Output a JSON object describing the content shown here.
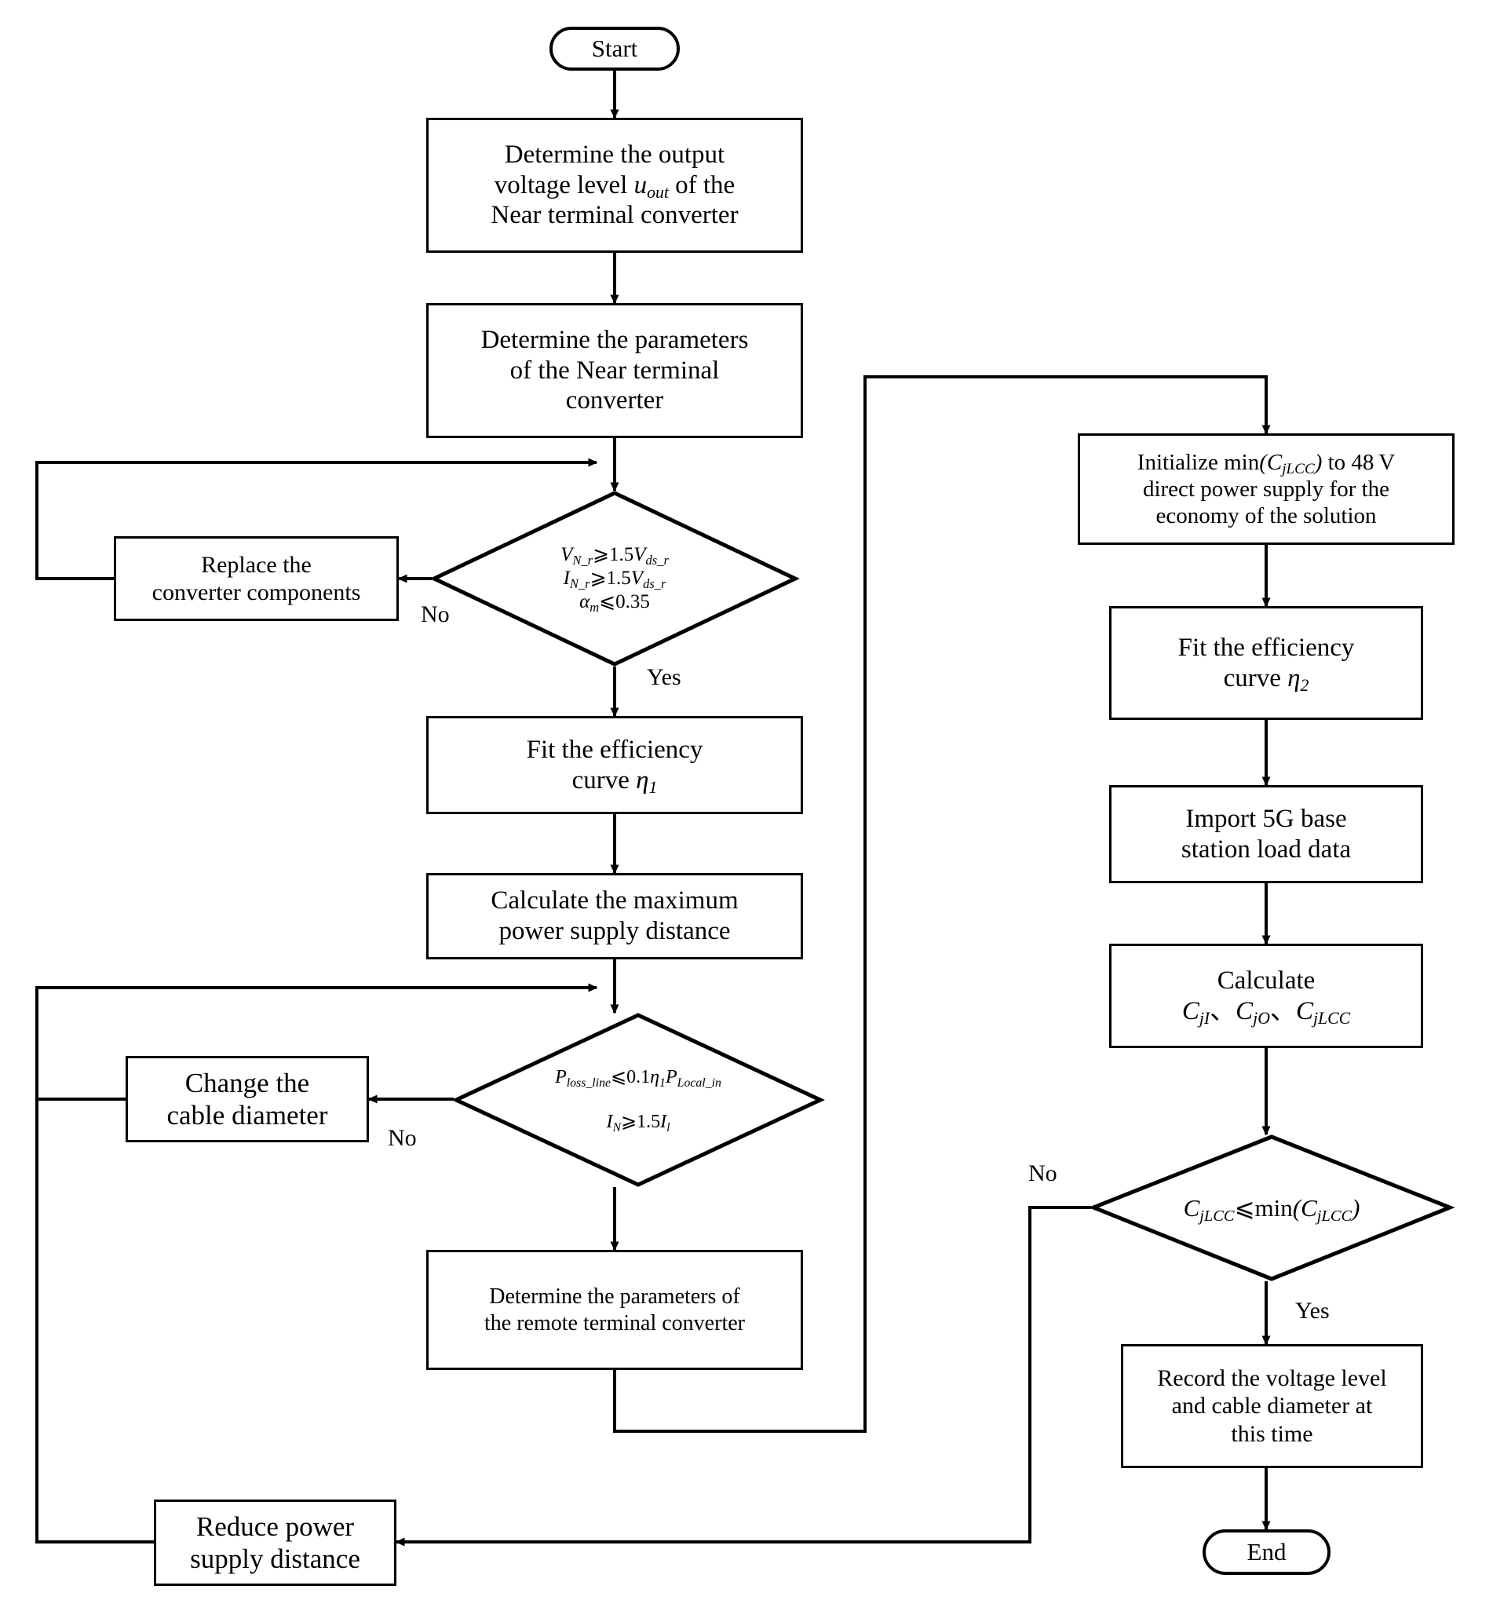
{
  "diagram": {
    "type": "flowchart",
    "title": "Power supply design flowchart",
    "background": "#ffffff",
    "line_color": "#000000"
  },
  "nodes": {
    "start": {
      "label": "Start",
      "shape": "terminator"
    },
    "determine_output_voltage": {
      "line1": "Determine the output",
      "line2_a": "voltage level ",
      "line2_var": "u",
      "line2_sub": "out",
      "line2_b": " of the",
      "line3": "Near terminal converter",
      "shape": "process"
    },
    "determine_near_params": {
      "line1": "Determine the parameters",
      "line2": "of the Near terminal",
      "line3": "converter",
      "shape": "process"
    },
    "decision_converter_check": {
      "shape": "decision",
      "line1_lhs_var": "V",
      "line1_lhs_sub": "N_r",
      "line1_op": "⩾",
      "line1_rhs": "1.5",
      "line1_rhs_var": "V",
      "line1_rhs_sub": "ds_r",
      "line2_lhs_var": "I",
      "line2_lhs_sub": "N_r",
      "line2_op": "⩾",
      "line2_rhs": "1.5",
      "line2_rhs_var": "V",
      "line2_rhs_sub": "ds_r",
      "line3_var": "α",
      "line3_sub": "m",
      "line3_op": "⩽",
      "line3_rhs": "0.35"
    },
    "replace_components": {
      "line1": "Replace the",
      "line2": "converter components",
      "shape": "process"
    },
    "fit_eff_curve_1": {
      "line1": "Fit the efficiency",
      "line2_a": "curve ",
      "line2_var": "η",
      "line2_sub": "1",
      "shape": "process"
    },
    "calc_max_distance": {
      "line1": "Calculate the maximum",
      "line2": "power supply distance",
      "shape": "process"
    },
    "decision_line_loss": {
      "shape": "decision",
      "line1_lhs_var": "P",
      "line1_lhs_sub": "loss_line",
      "line1_op": "⩽",
      "line1_c": "0.1",
      "line1_eta": "η",
      "line1_eta_sub": "1",
      "line1_p": "P",
      "line1_p_sub": "Local_in",
      "line2_lhs_var": "I",
      "line2_lhs_sub": "N",
      "line2_op": "⩾",
      "line2_rhs": "1.5",
      "line2_rhs_var": "I",
      "line2_rhs_sub": "l"
    },
    "change_cable_diameter": {
      "line1": "Change the",
      "line2": "cable diameter",
      "shape": "process"
    },
    "determine_remote_params": {
      "line1": "Determine the parameters of",
      "line2": "the remote terminal converter",
      "shape": "process"
    },
    "reduce_supply_distance": {
      "line1": "Reduce power",
      "line2": "supply distance",
      "shape": "process"
    },
    "initialize_min": {
      "line1_a": "Initialize min",
      "line1_paren_open": "(",
      "line1_var": "C",
      "line1_sub": "jLCC",
      "line1_paren_close": ")",
      "line1_b": " to 48 V",
      "line2": "direct power supply for the",
      "line3": "economy of the solution",
      "shape": "process"
    },
    "fit_eff_curve_2": {
      "line1": "Fit the efficiency",
      "line2_a": "curve ",
      "line2_var": "η",
      "line2_sub": "2",
      "shape": "process"
    },
    "import_load_data": {
      "line1": "Import 5G base",
      "line2": "station load data",
      "shape": "process"
    },
    "calculate_costs": {
      "line1": "Calculate",
      "c1_var": "C",
      "c1_sub": "jI",
      "sep1": "、",
      "c2_var": "C",
      "c2_sub": "jO",
      "sep2": "、",
      "c3_var": "C",
      "c3_sub": "jLCC",
      "shape": "process"
    },
    "decision_cost_compare": {
      "shape": "decision",
      "lhs_var": "C",
      "lhs_sub": "jLCC",
      "op": "⩽",
      "rhs_fn": "min",
      "rhs_paren_open": "(",
      "rhs_var": "C",
      "rhs_sub": "jLCC",
      "rhs_paren_close": ")"
    },
    "record_result": {
      "line1": "Record the voltage level",
      "line2": "and cable diameter at",
      "line3": "this time",
      "shape": "process"
    },
    "end": {
      "label": "End",
      "shape": "terminator"
    }
  },
  "edge_labels": {
    "converter_no": "No",
    "converter_yes": "Yes",
    "line_loss_no": "No",
    "cost_no": "No",
    "cost_yes": "Yes"
  }
}
